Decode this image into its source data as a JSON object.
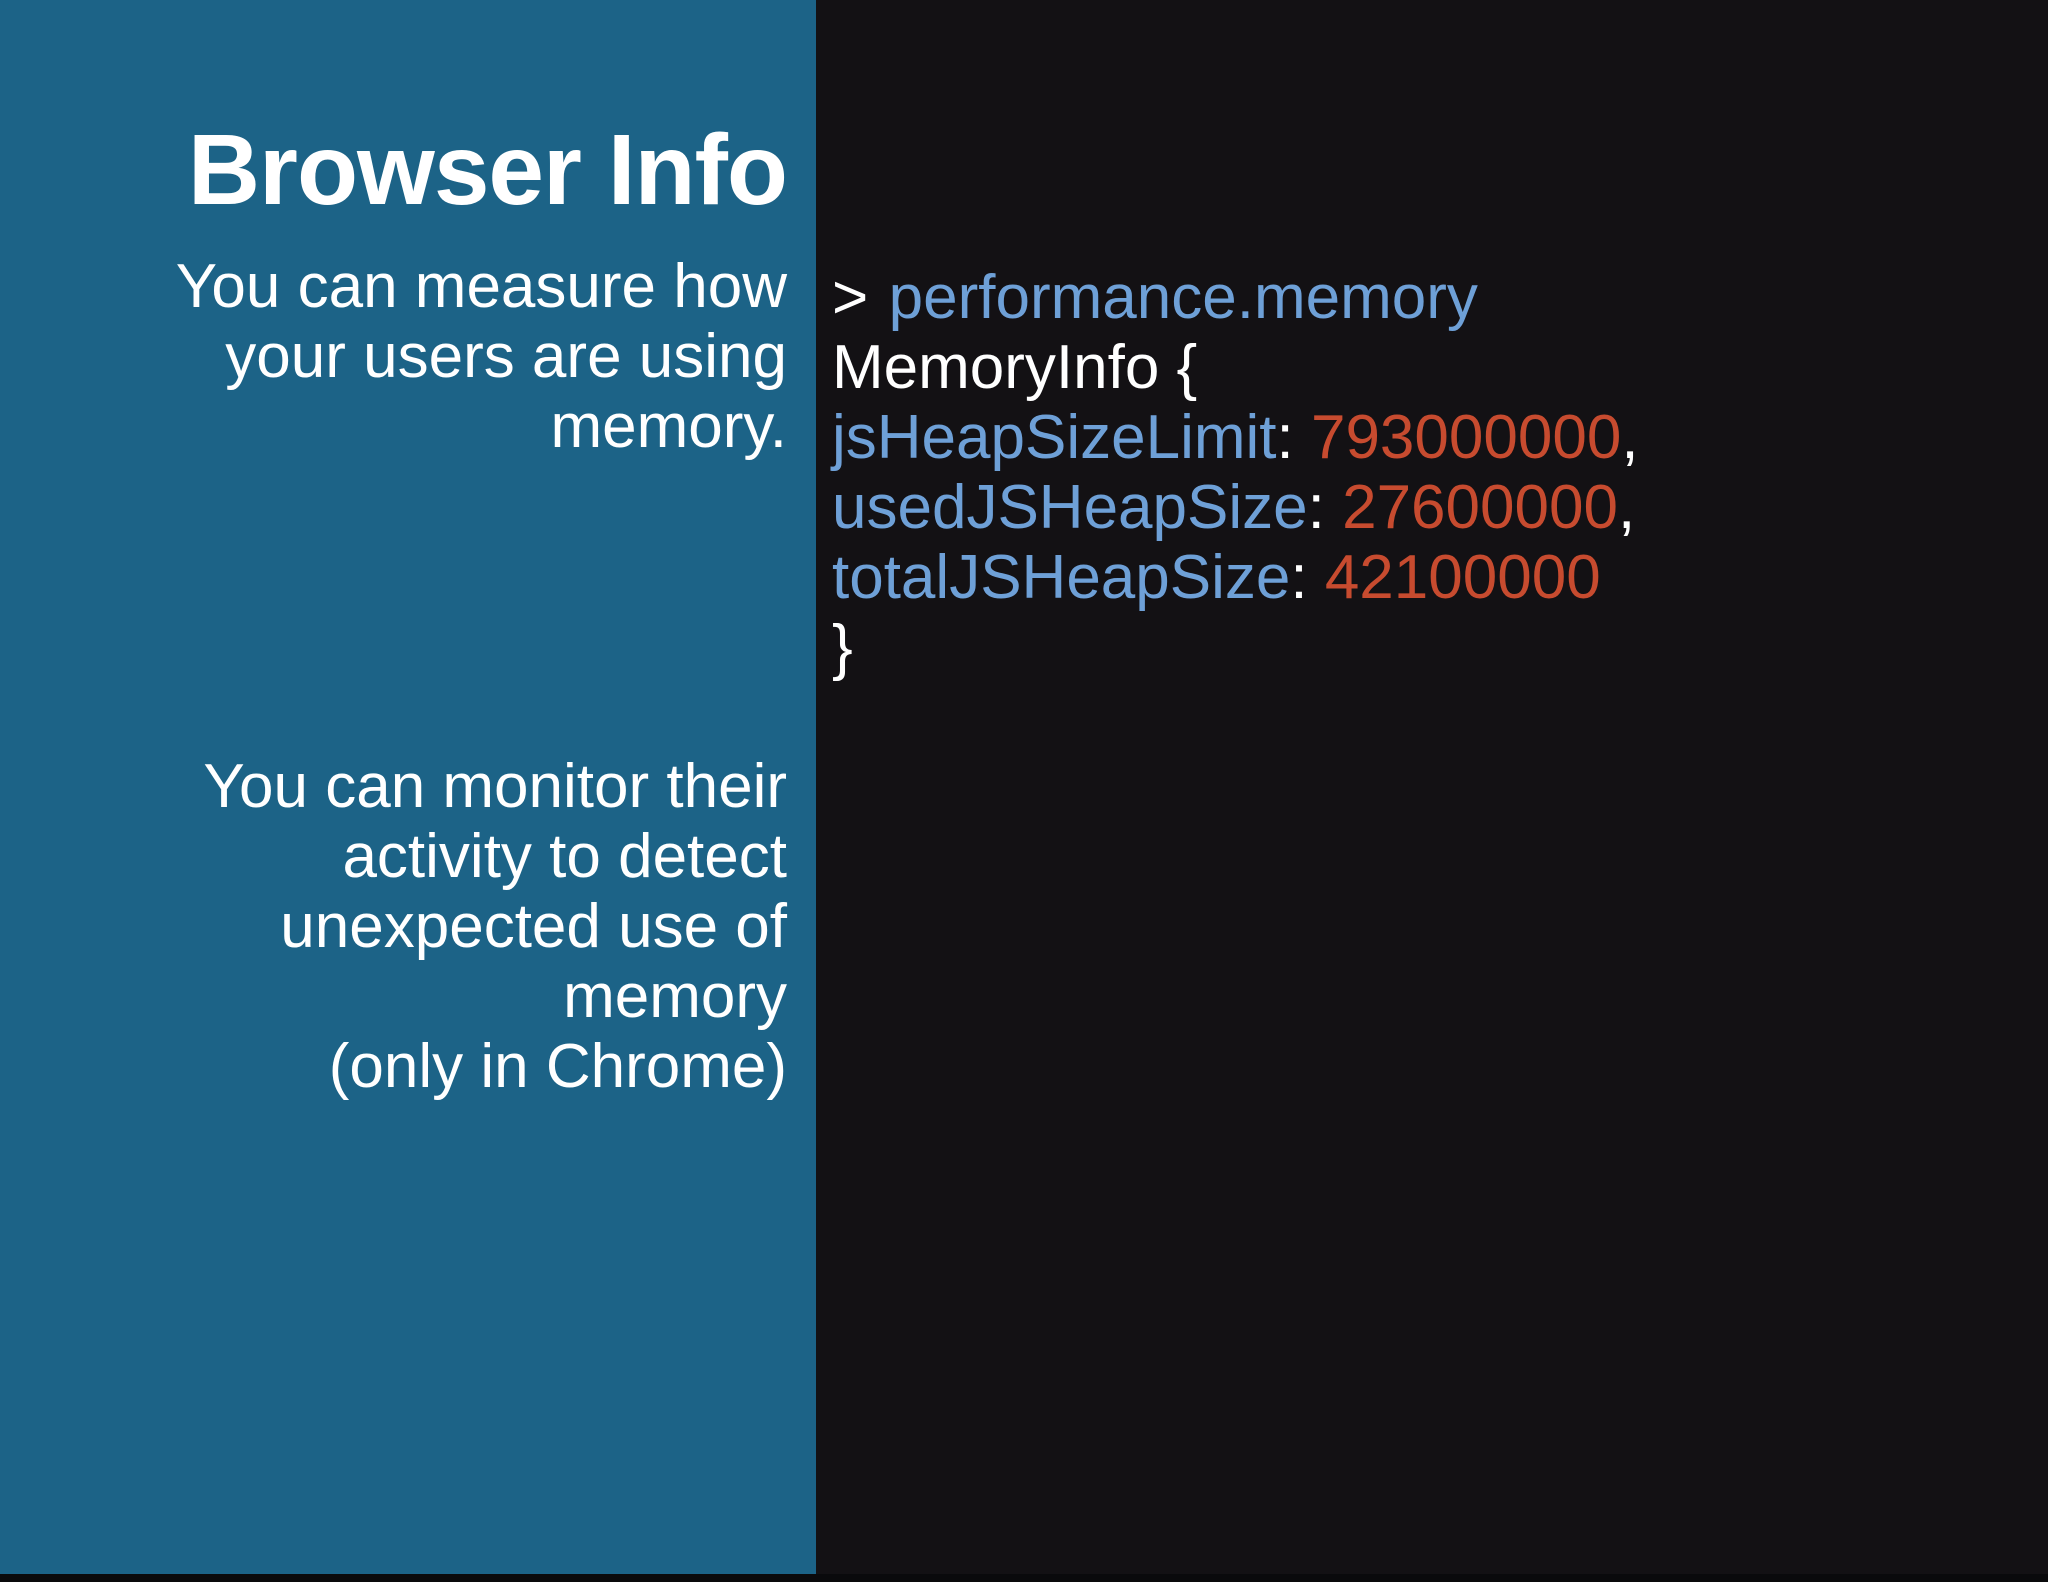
{
  "slide": {
    "title": "Browser Info",
    "left": {
      "p1_lines": [
        "You can measure how",
        "your users are using",
        "memory."
      ],
      "p2_lines": [
        "You can monitor their",
        "activity to detect",
        "unexpected use of",
        "memory",
        "(only in Chrome)"
      ]
    },
    "console": {
      "prompt": ">",
      "command": "performance.memory",
      "object_open": "MemoryInfo {",
      "entries": [
        {
          "key": "jsHeapSizeLimit",
          "sep": ": ",
          "value": "793000000",
          "comma": ","
        },
        {
          "key": "usedJSHeapSize",
          "sep": ": ",
          "value": "27600000",
          "comma": ","
        },
        {
          "key": "totalJSHeapSize",
          "sep": ": ",
          "value": "42100000",
          "comma": ""
        }
      ],
      "object_close": "}"
    },
    "colors": {
      "panel_blue": "#1C6387",
      "bg_dark": "#131114",
      "strip_dark": "#0A0A0C",
      "text_white": "#FFFFFF",
      "console_key_blue": "#6EA0D7",
      "console_value_orange": "#C74B2F"
    }
  }
}
